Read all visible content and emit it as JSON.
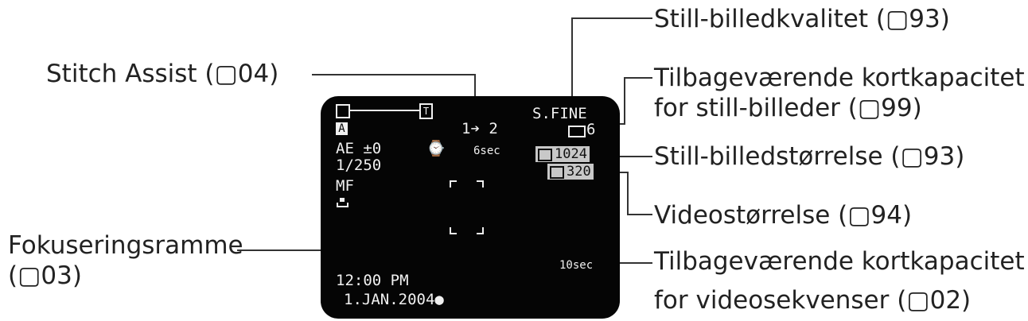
{
  "labels": {
    "stitch_assist": "Stitch Assist (▢04)",
    "still_quality": "Still-billedkvalitet (▢93)",
    "remaining_still_1": "Tilbageværende kortkapacitet",
    "remaining_still_2": "for still-billeder (▢99)",
    "still_size": "Still-billedstørrelse (▢93)",
    "video_size": "Videostørrelse (▢94)",
    "focus_frame_1": "Fokuseringsramme",
    "focus_frame_2": "(▢03)",
    "remaining_video_1": "Tilbageværende kortkapacitet",
    "remaining_video_2": "for videosekvenser (▢02)"
  },
  "screen": {
    "zoom_t": "T",
    "mode_a": "A",
    "stitch": "1➔ 2",
    "quality": "S.FINE",
    "still_remaining": "6",
    "ae": "AE ±0",
    "timer": "⌚",
    "timer_value": "6sec",
    "still_size": "1024",
    "shutter": "1/250",
    "video_size": "320",
    "mf": "MF",
    "video_remaining": "10sec",
    "time": "12:00 PM",
    "date": "1.JAN.2004●"
  },
  "colors": {
    "screen_bg": "#050505",
    "osd_text": "#f0f0f0",
    "box_bg": "#c8c8c8"
  }
}
